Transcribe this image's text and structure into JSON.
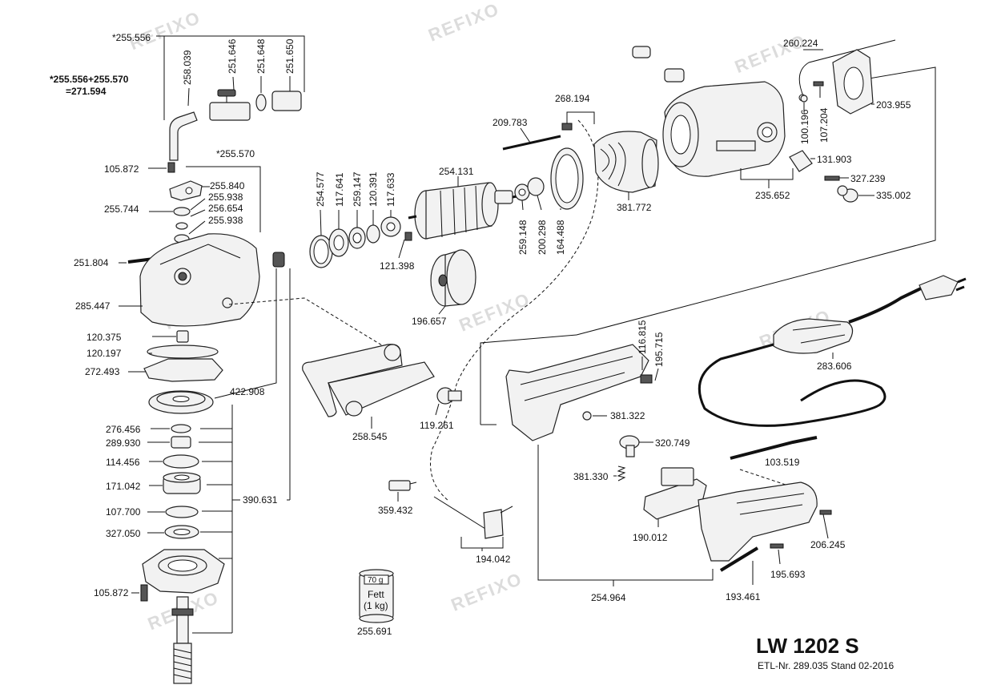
{
  "watermark": "REFIXO",
  "title": "LW 1202 S",
  "subtitle": "ETL-Nr. 289.035   Stand 02-2016",
  "notes": {
    "kit_a": "*255.556",
    "kit_b": "*255.570",
    "kit_sum_1": "*255.556+255.570",
    "kit_sum_2": "=271.594"
  },
  "grease": {
    "weight": "70 g",
    "line1": "Fett",
    "line2": "(1 kg)"
  },
  "parts": {
    "p258039": "258.039",
    "p251646": "251.646",
    "p251648": "251.648",
    "p251650": "251.650",
    "p105872a": "105.872",
    "p255840": "255.840",
    "p255938a": "255.938",
    "p256654": "256.654",
    "p255938b": "255.938",
    "p255744": "255.744",
    "p251804": "251.804",
    "p285447": "285.447",
    "p120375": "120.375",
    "p120197": "120.197",
    "p272493": "272.493",
    "p422908": "422.908",
    "p276456": "276.456",
    "p289930": "289.930",
    "p114456": "114.456",
    "p171042": "171.042",
    "p107700": "107.700",
    "p327050": "327.050",
    "p390631": "390.631",
    "p105872b": "105.872",
    "p255691": "255.691",
    "p254577": "254.577",
    "p117641": "117.641",
    "p259147": "259.147",
    "p120391": "120.391",
    "p117633": "117.633",
    "p121398": "121.398",
    "p254131": "254.131",
    "p196657": "196.657",
    "p209783": "209.783",
    "p268194": "268.194",
    "p259148": "259.148",
    "p200298": "200.298",
    "p164488": "164.488",
    "p381772": "381.772",
    "p235652": "235.652",
    "p260224": "260.224",
    "p100196": "100.196",
    "p107204": "107.204",
    "p203955": "203.955",
    "p131903": "131.903",
    "p327239": "327.239",
    "p335002": "335.002",
    "p258545": "258.545",
    "p119261": "119.261",
    "p359432": "359.432",
    "p194042": "194.042",
    "p116815": "116.815",
    "p195715": "195.715",
    "p381322": "381.322",
    "p320749": "320.749",
    "p381330": "381.330",
    "p190012": "190.012",
    "p283606": "283.606",
    "p103519": "103.519",
    "p206245": "206.245",
    "p195693": "195.693",
    "p193461": "193.461",
    "p254964": "254.964"
  }
}
